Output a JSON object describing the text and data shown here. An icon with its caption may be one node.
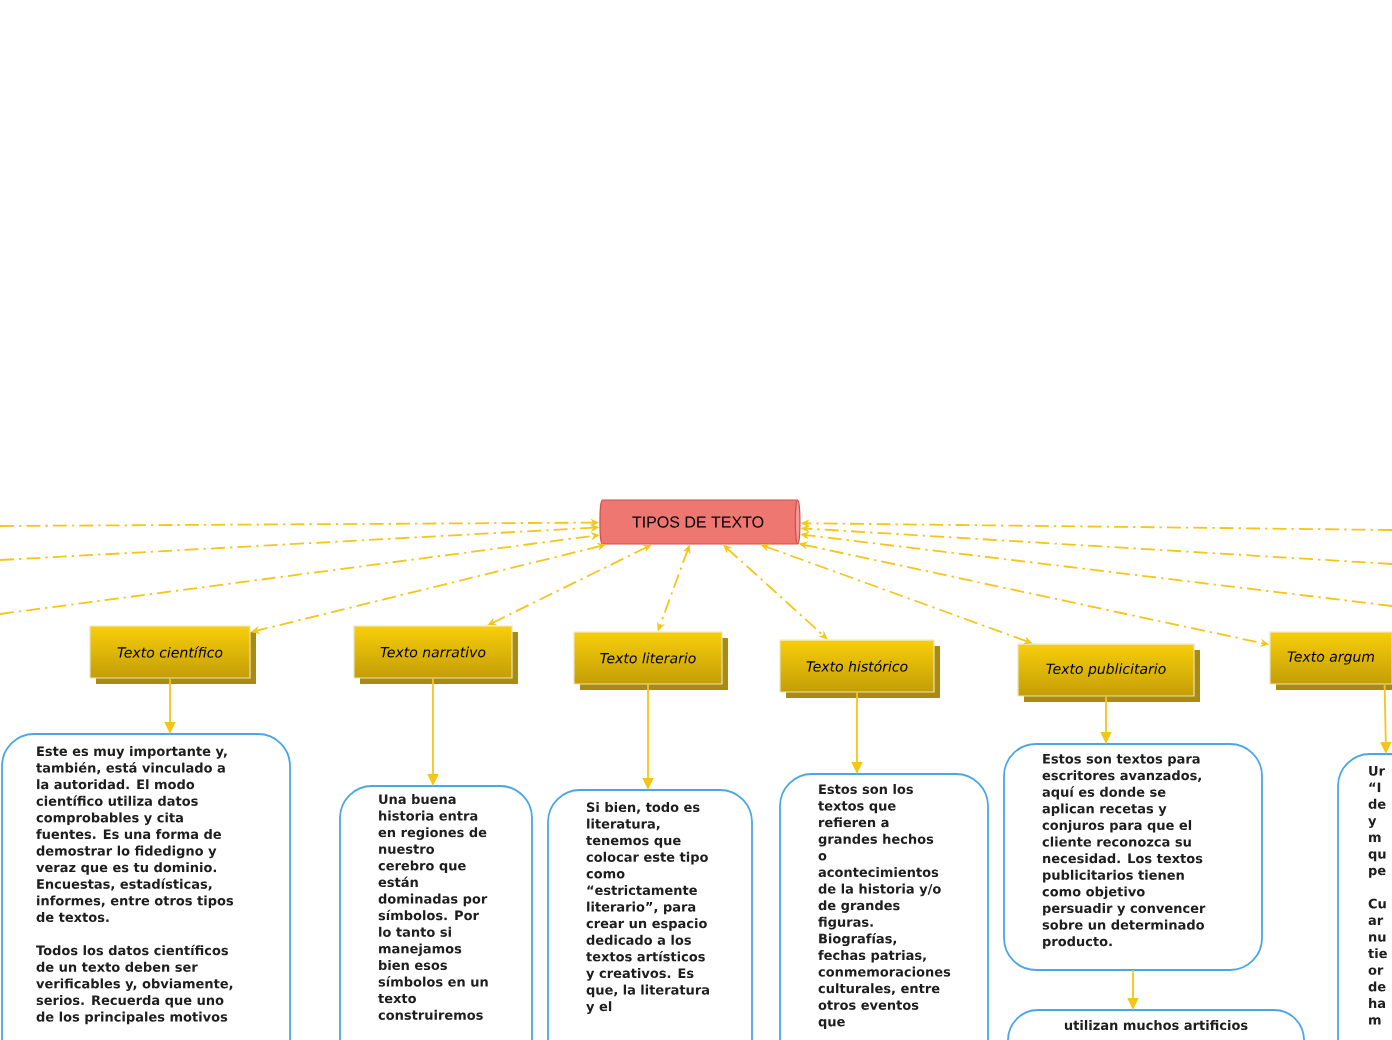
{
  "diagram": {
    "nodes": [
      {
        "text": [
          "TIPOS DE TEXTO"
        ]
      },
      {
        "text": [
          "Texto científico"
        ]
      },
      {
        "text": [
          "Texto narrativo"
        ]
      },
      {
        "text": [
          "Texto literario"
        ]
      },
      {
        "text": [
          "Texto histórico"
        ]
      },
      {
        "text": [
          "Texto publicitario"
        ]
      },
      {
        "text": [
          "Texto argum"
        ]
      },
      {
        "text": [
          "Este es muy importante y, también, está vinculado a la autoridad. El modo científico utiliza datos comprobables y cita fuentes. Es una forma de demostrar lo fidedigno y veraz que es tu dominio. Encuestas, estadísticas, informes, entre otros tipos de textos.",
          "Todos los datos científicos de un texto deben ser verificables y, obviamente, serios. Recuerda que uno de los principales motivos"
        ]
      },
      {
        "text": [
          "Una buena historia entra en regiones de nuestro cerebro que están dominadas por símbolos. Por lo tanto si manejamos bien esos símbolos en un texto construiremos"
        ]
      },
      {
        "text": [
          "Si bien, todo es literatura, tenemos que colocar este tipo como “estrictamente literario”, para crear un espacio dedicado a los textos artísticos y creativos. Es que, la literatura y el"
        ]
      },
      {
        "text": [
          "Estos son los textos que refieren a grandes hechos o acontecimientos de la historia y/o de grandes figuras. Biografías, fechas patrias, conmemoraciones culturales, entre otros eventos que"
        ]
      },
      {
        "text": [
          "Estos son textos para escritores avanzados, aquí es donde se aplican recetas y conjuros para que el cliente reconozca su necesidad. Los textos publicitarios tienen como objetivo persuadir y convencer sobre un determinado producto."
        ]
      },
      {
        "text": [
          "utilizan muchos artificios"
        ]
      },
      {
        "text": [
          "Ur “I de y m qu pe",
          "Cu ar nu tie or de ha m"
        ]
      }
    ],
    "edges": [
      {
        "from": 0,
        "to": 1,
        "arrow": "both",
        "style": "dashed"
      },
      {
        "from": 0,
        "to": 2,
        "arrow": "both",
        "style": "dashed"
      },
      {
        "from": 0,
        "to": 3,
        "arrow": "both",
        "style": "dashed"
      },
      {
        "from": 0,
        "to": 4,
        "arrow": "both",
        "style": "dashed"
      },
      {
        "from": 0,
        "to": 5,
        "arrow": "both",
        "style": "dashed"
      },
      {
        "from": 0,
        "to": 6,
        "arrow": "both",
        "style": "dashed"
      },
      {
        "from": null,
        "to": 0,
        "arrow": "to",
        "style": "dashed"
      },
      {
        "from": null,
        "to": 0,
        "arrow": "to",
        "style": "dashed"
      },
      {
        "from": null,
        "to": 0,
        "arrow": "to",
        "style": "dashed"
      },
      {
        "from": null,
        "to": 0,
        "arrow": "to",
        "style": "dashed"
      },
      {
        "from": null,
        "to": 0,
        "arrow": "to",
        "style": "dashed"
      },
      {
        "from": null,
        "to": 0,
        "arrow": "to",
        "style": "dashed"
      },
      {
        "from": 1,
        "to": 7,
        "arrow": "to"
      },
      {
        "from": 2,
        "to": 8,
        "arrow": "to"
      },
      {
        "from": 3,
        "to": 9,
        "arrow": "to"
      },
      {
        "from": 4,
        "to": 10,
        "arrow": "to"
      },
      {
        "from": 5,
        "to": 11,
        "arrow": "to"
      },
      {
        "from": 11,
        "to": 12,
        "arrow": "to"
      },
      {
        "from": 6,
        "to": 13,
        "arrow": "to"
      }
    ]
  }
}
